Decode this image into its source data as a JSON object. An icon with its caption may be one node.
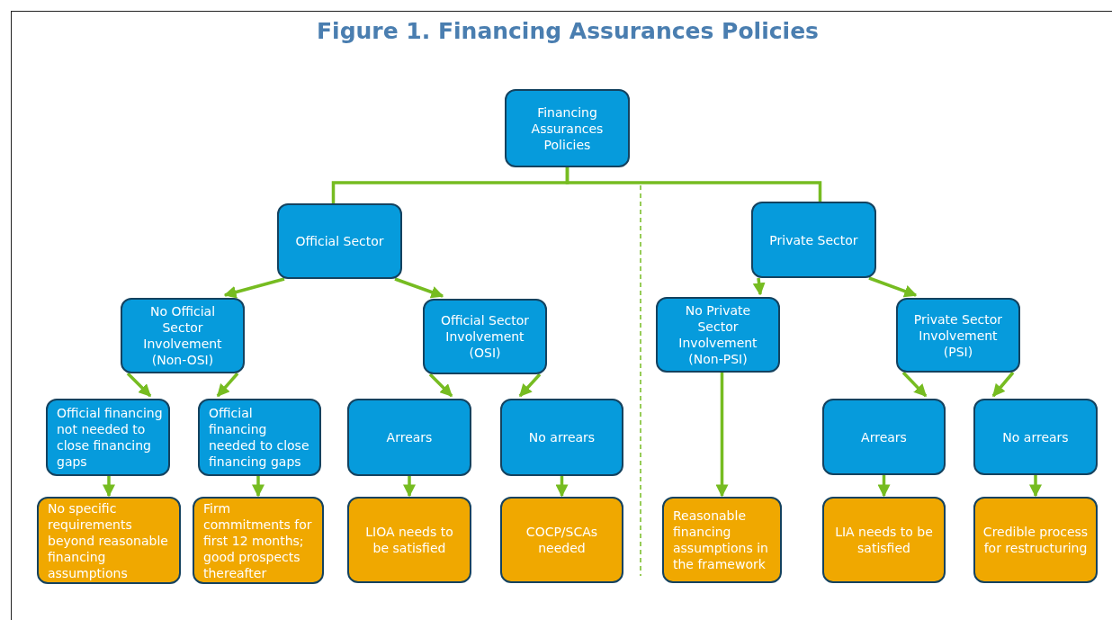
{
  "diagram": {
    "title": "Figure 1. Financing Assurances Policies",
    "nodes": [
      {
        "text": [
          "Financing Assurances Policies"
        ]
      },
      {
        "text": [
          "Official Sector"
        ]
      },
      {
        "text": [
          "Private Sector"
        ]
      },
      {
        "text": [
          "No Official Sector Involvement (Non-OSI)"
        ]
      },
      {
        "text": [
          "Official Sector Involvement (OSI)"
        ]
      },
      {
        "text": [
          "No Private Sector Involvement (Non-PSI)"
        ]
      },
      {
        "text": [
          "Private Sector Involvement (PSI)"
        ]
      },
      {
        "text": [
          "Official financing not needed to close financing gaps"
        ]
      },
      {
        "text": [
          "Official financing needed to close financing gaps"
        ]
      },
      {
        "text": [
          "Arrears"
        ]
      },
      {
        "text": [
          "No arrears"
        ]
      },
      {
        "text": [
          "Arrears"
        ]
      },
      {
        "text": [
          "No arrears"
        ]
      },
      {
        "text": [
          "No specific requirements beyond reasonable financing assumptions"
        ]
      },
      {
        "text": [
          "Firm commitments for first 12 months; good prospects thereafter"
        ]
      },
      {
        "text": [
          "LIOA needs to be satisfied"
        ]
      },
      {
        "text": [
          "COCP/SCAs needed"
        ]
      },
      {
        "text": [
          "Reasonable financing assumptions in the framework"
        ]
      },
      {
        "text": [
          "LIA needs to be satisfied"
        ]
      },
      {
        "text": [
          "Credible process for restructuring"
        ]
      }
    ],
    "edges": [
      {
        "from": 0,
        "to": 1,
        "arrow": "none"
      },
      {
        "from": 0,
        "to": 2,
        "arrow": "none"
      },
      {
        "from": 1,
        "to": 3,
        "arrow": "to"
      },
      {
        "from": 1,
        "to": 4,
        "arrow": "to"
      },
      {
        "from": 2,
        "to": 5,
        "arrow": "to"
      },
      {
        "from": 2,
        "to": 6,
        "arrow": "to"
      },
      {
        "from": 3,
        "to": 7,
        "arrow": "to"
      },
      {
        "from": 3,
        "to": 8,
        "arrow": "to"
      },
      {
        "from": 4,
        "to": 9,
        "arrow": "to"
      },
      {
        "from": 4,
        "to": 10,
        "arrow": "to"
      },
      {
        "from": 6,
        "to": 11,
        "arrow": "to"
      },
      {
        "from": 6,
        "to": 12,
        "arrow": "to"
      },
      {
        "from": 7,
        "to": 13,
        "arrow": "to"
      },
      {
        "from": 8,
        "to": 14,
        "arrow": "to"
      },
      {
        "from": 9,
        "to": 15,
        "arrow": "to"
      },
      {
        "from": 10,
        "to": 16,
        "arrow": "to"
      },
      {
        "from": 5,
        "to": 17,
        "arrow": "to"
      },
      {
        "from": 11,
        "to": 18,
        "arrow": "to"
      },
      {
        "from": 12,
        "to": 19,
        "arrow": "to"
      }
    ]
  }
}
